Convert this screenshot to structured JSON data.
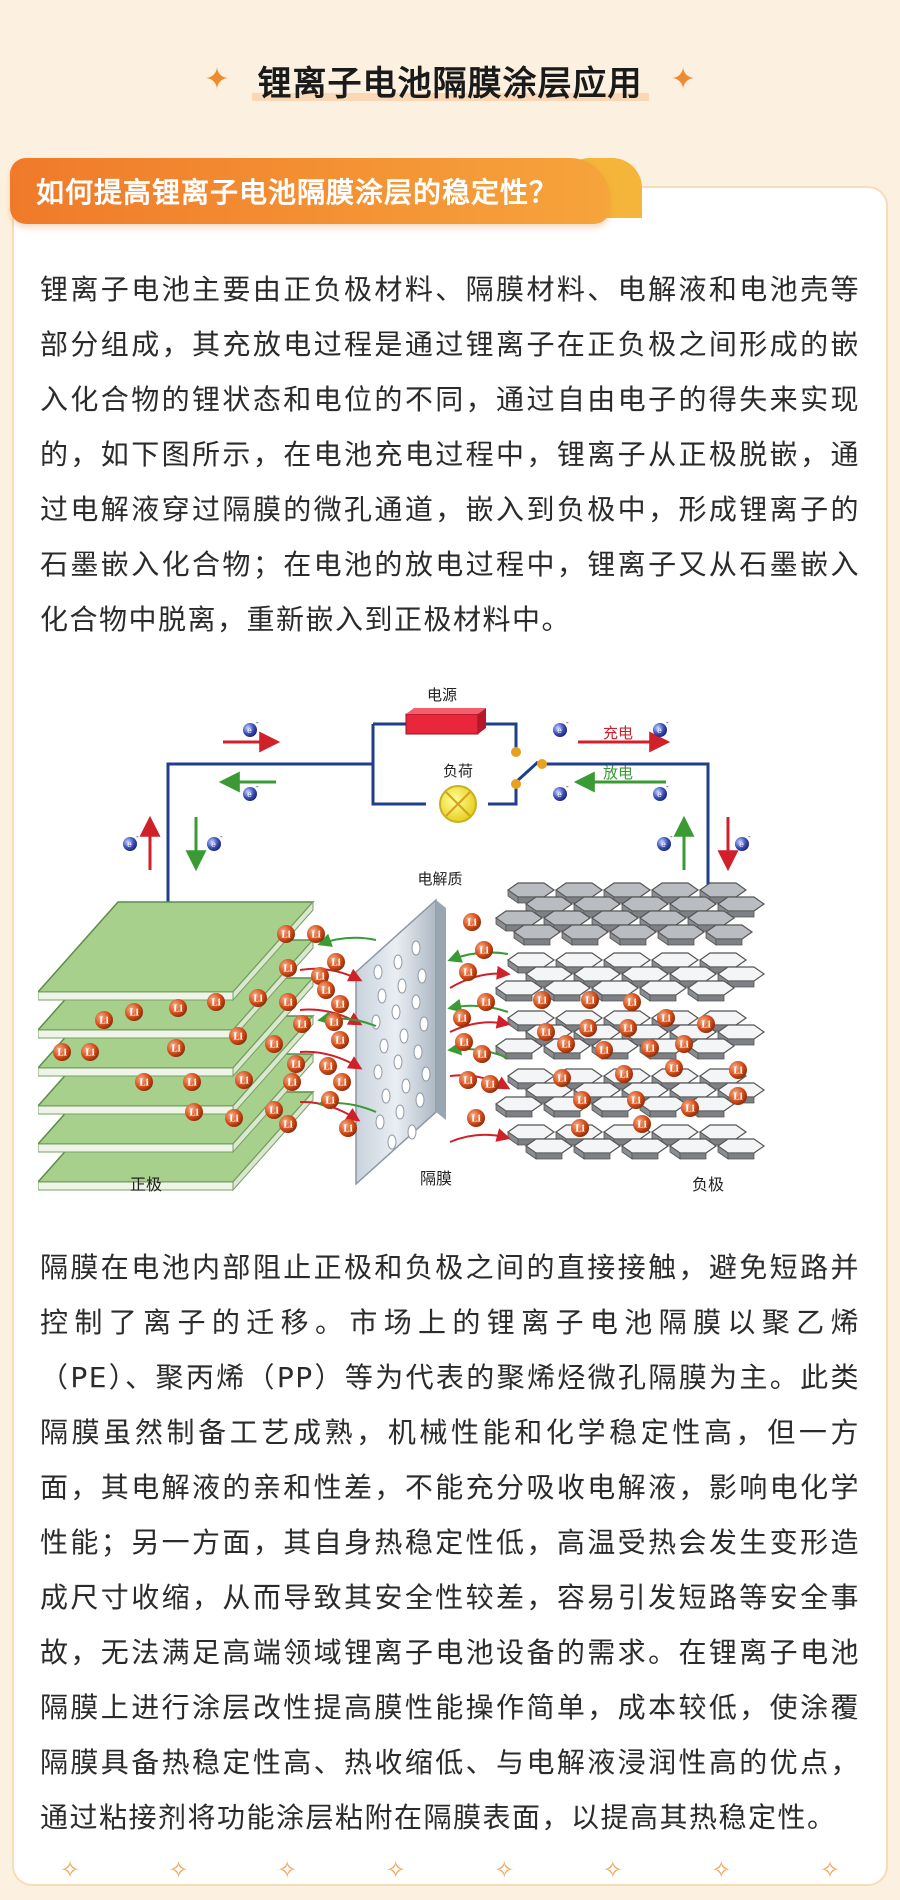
{
  "header": {
    "title": "锂离子电池隔膜涂层应用",
    "star_left": "✦",
    "star_right": "✦"
  },
  "section": {
    "heading": "如何提高锂离子电池隔膜涂层的稳定性？"
  },
  "paragraphs": {
    "p1": "锂离子电池主要由正负极材料、隔膜材料、电解液和电池壳等部分组成，其充放电过程是通过锂离子在正负极之间形成的嵌入化合物的锂状态和电位的不同，通过自由电子的得失来实现的，如下图所示，在电池充电过程中，锂离子从正极脱嵌，通过电解液穿过隔膜的微孔通道，嵌入到负极中，形成锂离子的石墨嵌入化合物；在电池的放电过程中，锂离子又从石墨嵌入化合物中脱离，重新嵌入到正极材料中。",
    "p2": "隔膜在电池内部阻止正极和负极之间的直接接触，避免短路并控制了离子的迁移。市场上的锂离子电池隔膜以聚乙烯（PE）、聚丙烯（PP）等为代表的聚烯烃微孔隔膜为主。此类隔膜虽然制备工艺成熟，机械性能和化学稳定性高，但一方面，其电解液的亲和性差，不能充分吸收电解液，影响电化学性能；另一方面，其自身热稳定性低，高温受热会发生变形造成尺寸收缩，从而导致其安全性较差，容易引发短路等安全事故，无法满足高端领域锂离子电池设备的需求。在锂离子电池隔膜上进行涂层改性提高膜性能操作简单，成本较低，使涂覆隔膜具备热稳定性高、热收缩低、与电解液浸润性高的优点，通过粘接剂将功能涂层粘附在隔膜表面，以提高其热稳定性。"
  },
  "diagram": {
    "power_source": "电源",
    "load": "负荷",
    "charge": "充电",
    "discharge": "放电",
    "electrolyte": "电解质",
    "cathode": "正极",
    "separator": "隔膜",
    "anode": "负极",
    "ion": "Li",
    "electron": "e",
    "electron_sup": "-"
  },
  "colors": {
    "accent_orange": "#f07a2a",
    "background": "#fcf1e0",
    "cathode_green": "#93c47d",
    "charge_red": "#d0202a",
    "discharge_green": "#3a9a34",
    "wire_blue": "#1f3f8a"
  },
  "footer": {
    "stars": [
      "✧",
      "✧",
      "✧",
      "✧",
      "✧",
      "✧",
      "✧",
      "✧"
    ]
  }
}
